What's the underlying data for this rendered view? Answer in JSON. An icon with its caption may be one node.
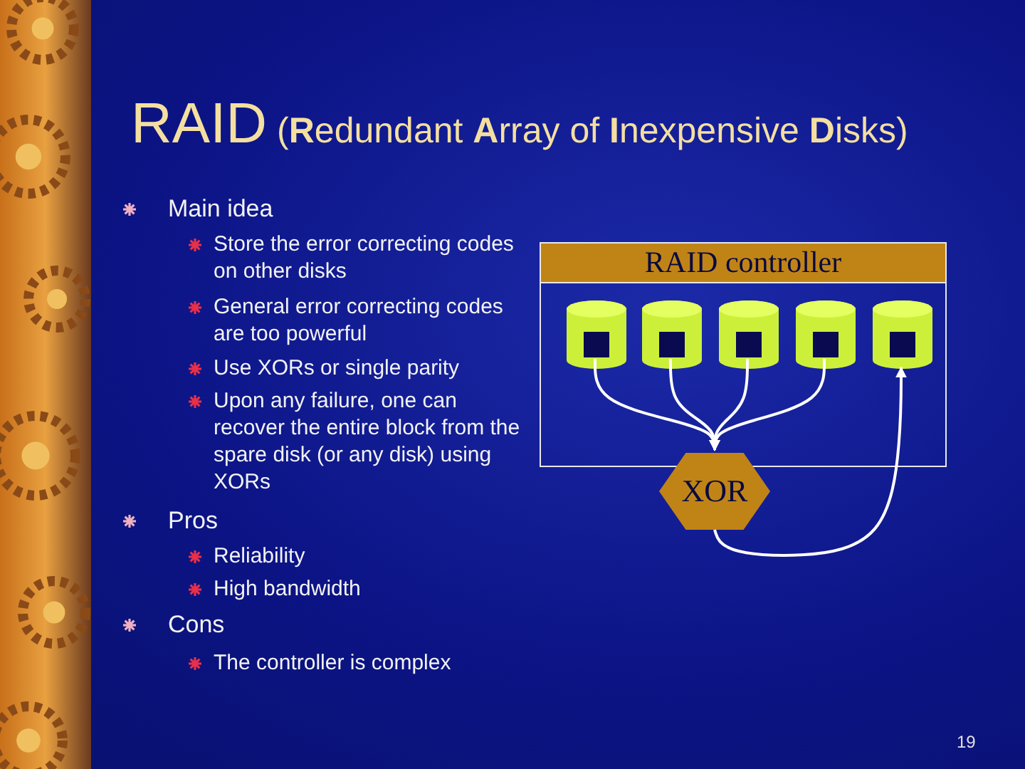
{
  "diagram": {
    "title": "RAID (**R**edundant **A**rray of **I**nexpensive **D**isks)",
    "nodes": [
      {
        "text": [
          "RAID controller"
        ]
      },
      {
        "text": [],
        "shape": "cylinder",
        "in": 0
      },
      {
        "text": [],
        "shape": "cylinder",
        "in": 0
      },
      {
        "text": [],
        "shape": "cylinder",
        "in": 0
      },
      {
        "text": [],
        "shape": "cylinder",
        "in": 0
      },
      {
        "text": [],
        "shape": "cylinder",
        "in": 0
      },
      {
        "text": [
          "XOR"
        ]
      }
    ],
    "edges": [
      {
        "from": 1,
        "to": 6,
        "arrow": "to"
      },
      {
        "from": 2,
        "to": 6,
        "arrow": "to"
      },
      {
        "from": 3,
        "to": 6,
        "arrow": "to"
      },
      {
        "from": 4,
        "to": 6,
        "arrow": "to"
      },
      {
        "from": 6,
        "to": 5,
        "arrow": "to"
      }
    ],
    "labels": [
      "Main idea",
      "Store the error correcting codes on other disks",
      "General error correcting codes are too powerful",
      "Use XORs or single parity",
      "Upon any failure, one can recover the entire block from the spare disk (or any disk) using XORs",
      "Pros",
      "Reliability",
      "High bandwidth",
      "Cons",
      "The controller is complex",
      "19"
    ]
  }
}
